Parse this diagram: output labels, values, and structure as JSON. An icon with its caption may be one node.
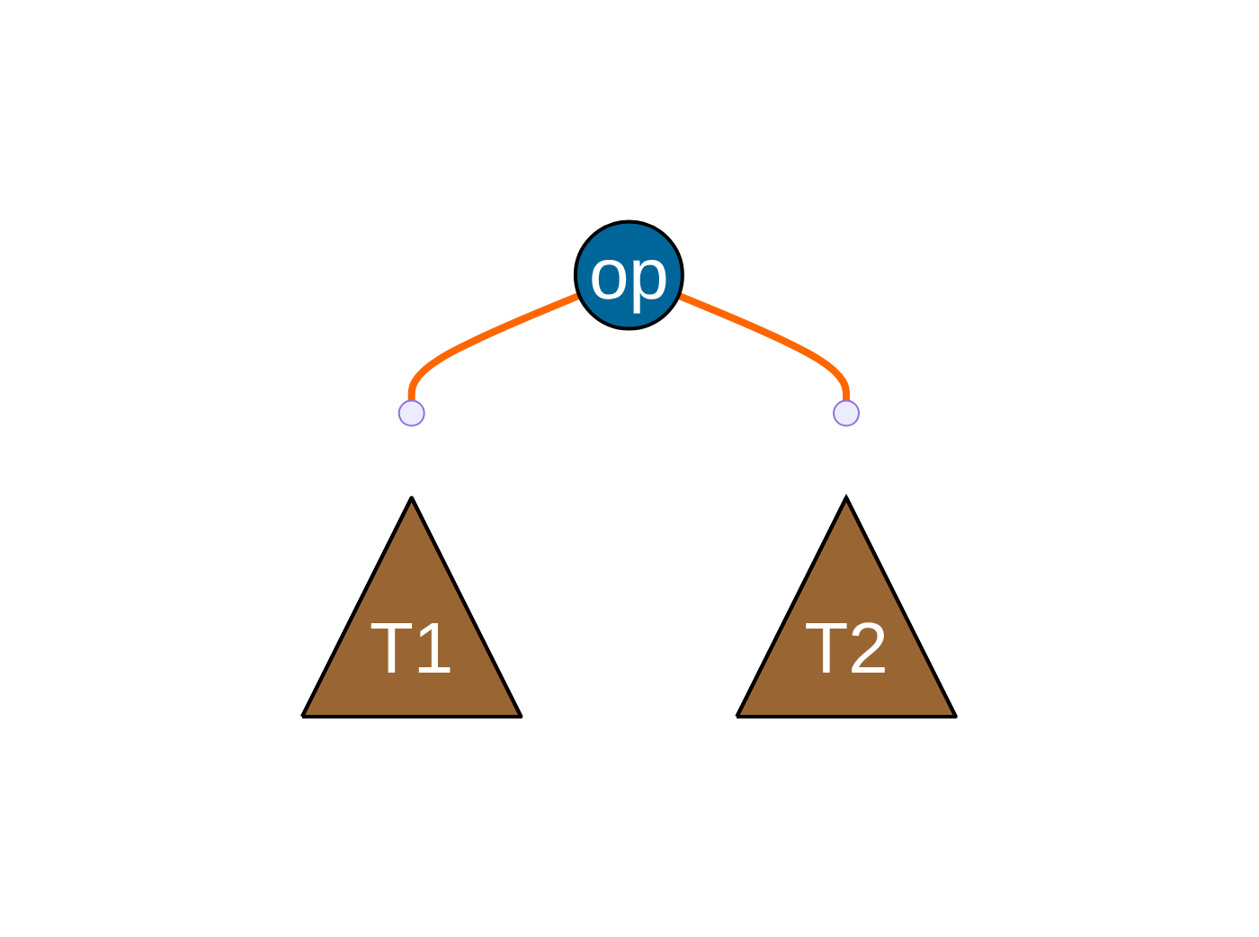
{
  "diagram": {
    "nodes": [
      {
        "text": [
          "op"
        ]
      },
      {
        "text": [],
        "shape": "circle"
      },
      {
        "text": [],
        "shape": "circle"
      },
      {
        "text": [
          "T1"
        ]
      },
      {
        "text": [
          "T2"
        ]
      }
    ],
    "edges": [
      {
        "from": 0,
        "to": 1,
        "arrow": "none"
      },
      {
        "from": 0,
        "to": 2,
        "arrow": "none"
      }
    ]
  }
}
